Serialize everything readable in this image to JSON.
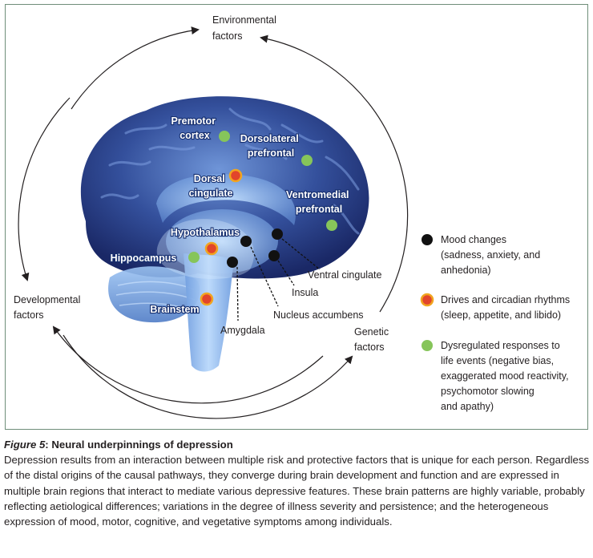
{
  "figure": {
    "number": "Figure 5",
    "title": "Neural underpinnings of depression",
    "caption": "Depression results from an interaction between multiple risk and protective factors that is unique for each person. Regardless of the distal origins of the causal pathways, they converge during brain development and function and are expressed in multiple brain regions that interact to mediate various depressive features. These brain patterns are highly variable, probably reflecting aetiological differences; variations in the degree of illness severity and persistence; and the heterogeneous expression of mood, motor, cognitive, and vegetative symptoms among individuals."
  },
  "cycle": {
    "environmental": [
      "Environmental",
      "factors"
    ],
    "developmental": [
      "Developmental",
      "factors"
    ],
    "genetic": [
      "Genetic",
      "factors"
    ]
  },
  "regions": {
    "premotor": [
      "Premotor",
      "cortex"
    ],
    "dorsolateral": [
      "Dorsolateral",
      "prefrontal"
    ],
    "dorsal_cingulate": [
      "Dorsal",
      "cingulate"
    ],
    "ventromedial": [
      "Ventromedial",
      "prefrontal"
    ],
    "hypothalamus": "Hypothalamus",
    "hippocampus": "Hippocampus",
    "brainstem": "Brainstem",
    "ventral_cingulate": "Ventral cingulate",
    "insula": "Insula",
    "nucleus_accumbens": "Nucleus accumbens",
    "amygdala": "Amygdala"
  },
  "legend": [
    {
      "name": "mood",
      "color": "#111111",
      "lines": [
        "Mood changes",
        "(sadness, anxiety, and",
        "anhedonia)"
      ]
    },
    {
      "name": "drives",
      "color": "#e2452b",
      "lines": [
        "Drives and circadian rhythms",
        "(sleep, appetite, and libido)"
      ]
    },
    {
      "name": "dysregulated",
      "color": "#86c55a",
      "lines": [
        "Dysregulated responses to",
        "life events (negative bias,",
        "exaggerated mood reactivity,",
        "psychomotor slowing",
        "and apathy)"
      ]
    }
  ],
  "colors": {
    "mood_dot": "#111111",
    "drive_dot": "#e2452b",
    "drive_ring": "#f1a520",
    "response_dot": "#86c55a",
    "brain_dark": "#1b2a66",
    "brain_light": "#8fb7ee",
    "panel_border": "#6f8e79"
  }
}
